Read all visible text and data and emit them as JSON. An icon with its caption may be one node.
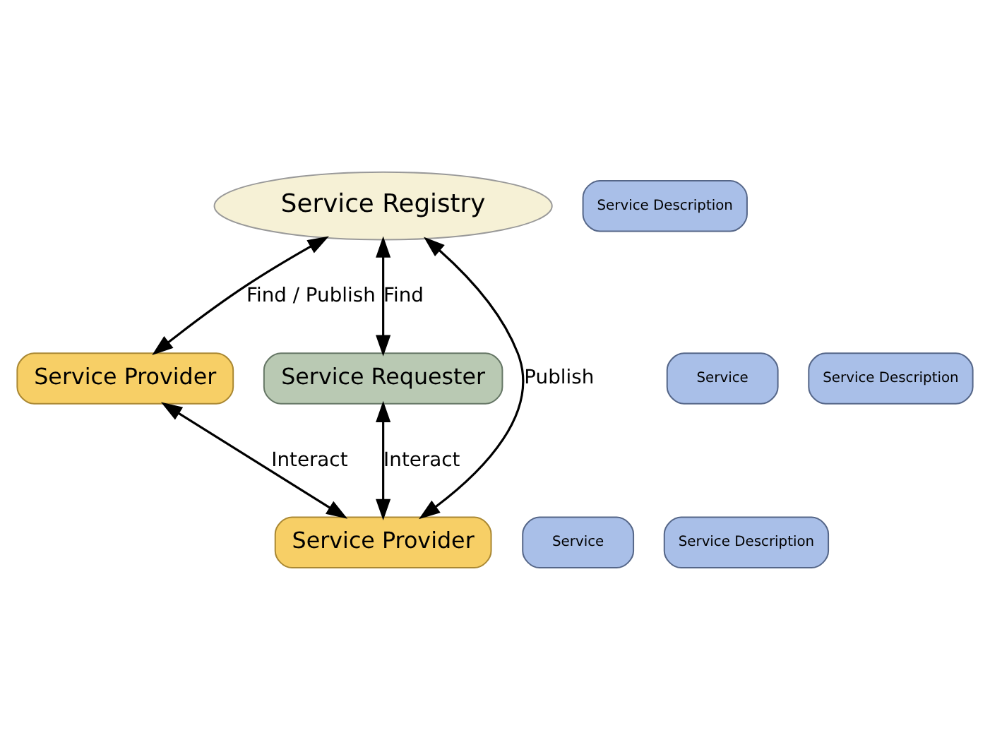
{
  "diagram": {
    "nodes": [
      {
        "text": [
          "Service Registry"
        ]
      },
      {
        "text": [
          "Service Description"
        ]
      },
      {
        "text": [
          "Service Requester"
        ]
      },
      {
        "text": [
          "Service Provider"
        ]
      },
      {
        "text": [
          "Service"
        ]
      },
      {
        "text": [
          "Service Description"
        ]
      },
      {
        "text": [
          "Service Provider"
        ]
      },
      {
        "text": [
          "Service"
        ]
      },
      {
        "text": [
          "Service Description"
        ]
      }
    ],
    "edges": [
      {
        "from": 2,
        "to": 0,
        "arrow": "both",
        "label": "Find"
      },
      {
        "from": 6,
        "to": 0,
        "arrow": "both",
        "label": "Publish"
      },
      {
        "from": 0,
        "to": 3,
        "arrow": "both",
        "label": "Find / Publish"
      },
      {
        "from": 2,
        "to": 6,
        "arrow": "both",
        "label": "Interact"
      },
      {
        "from": 6,
        "to": 3,
        "arrow": "both",
        "label": "Interact"
      }
    ]
  }
}
